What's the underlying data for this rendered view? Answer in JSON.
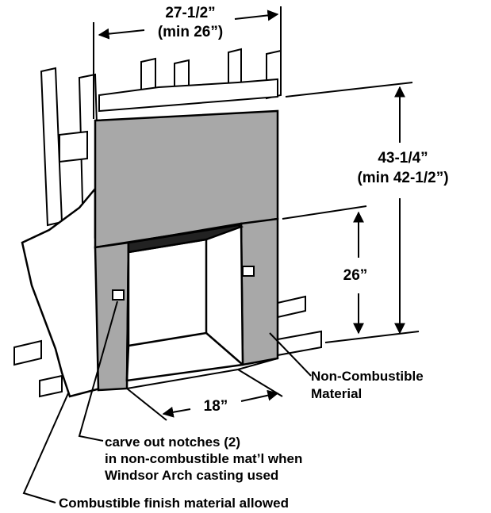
{
  "dimensions": {
    "width_main": "27-1/2”",
    "width_min": "(min 26”)",
    "height_main": "43-1/4”",
    "height_min": "(min 42-1/2”)",
    "opening_height": "26”",
    "opening_width": "18”"
  },
  "labels": {
    "noncomb_line1": "Non-Combustible",
    "noncomb_line2": "Material",
    "notch_line1": "carve out notches (2)",
    "notch_line2": "in non-combustible mat’l when",
    "notch_line3": "Windsor Arch casting used",
    "combustible": "Combustible finish material allowed"
  },
  "colors": {
    "panel_gray": "#a8a8a8",
    "opening_white": "#ffffff",
    "line": "#000000"
  }
}
